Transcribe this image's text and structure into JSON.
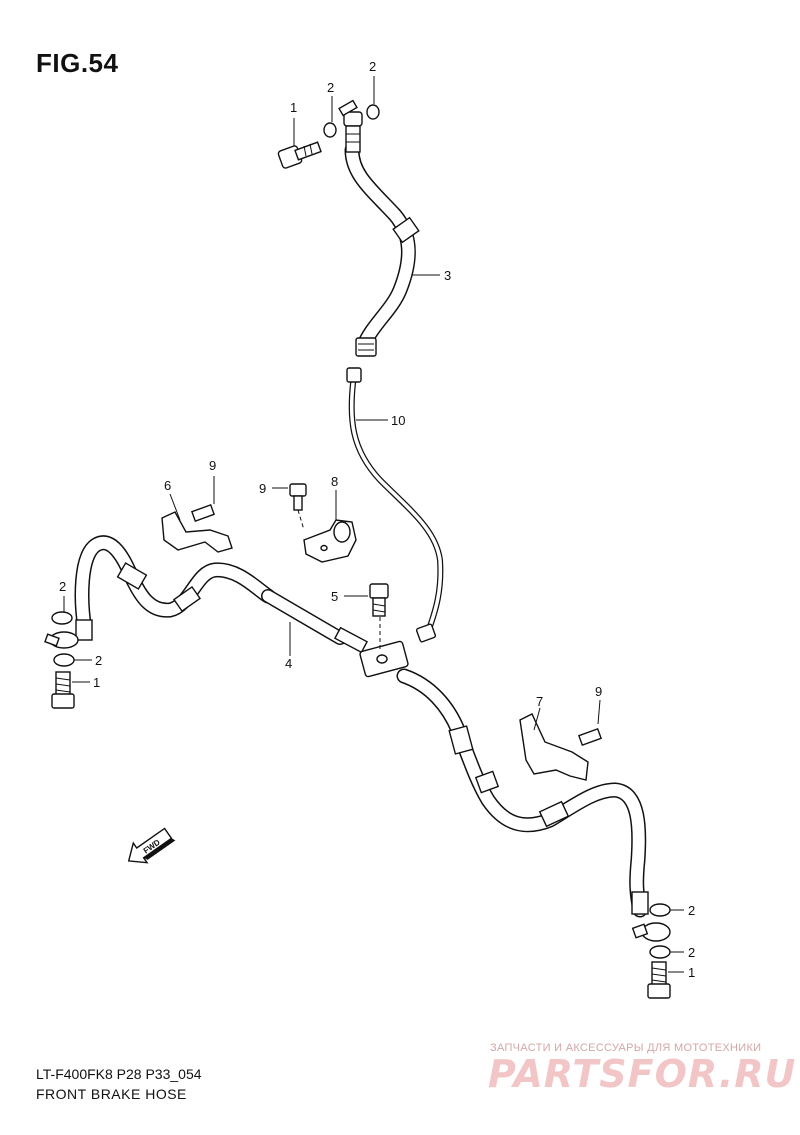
{
  "figure": {
    "title": "FIG.54",
    "model_code": "LT-F400FK8 P28 P33_054",
    "name": "FRONT BRAKE  HOSE"
  },
  "callouts": [
    {
      "id": "c1a",
      "text": "1"
    },
    {
      "id": "c2a",
      "text": "2"
    },
    {
      "id": "c2b",
      "text": "2"
    },
    {
      "id": "c3",
      "text": "3"
    },
    {
      "id": "c10",
      "text": "10"
    },
    {
      "id": "c6",
      "text": "6"
    },
    {
      "id": "c9a",
      "text": "9"
    },
    {
      "id": "c9b",
      "text": "9"
    },
    {
      "id": "c8",
      "text": "8"
    },
    {
      "id": "c2c",
      "text": "2"
    },
    {
      "id": "c2d",
      "text": "2"
    },
    {
      "id": "c1b",
      "text": "1"
    },
    {
      "id": "c5",
      "text": "5"
    },
    {
      "id": "c4",
      "text": "4"
    },
    {
      "id": "c7",
      "text": "7"
    },
    {
      "id": "c9c",
      "text": "9"
    },
    {
      "id": "c2e",
      "text": "2"
    },
    {
      "id": "c2f",
      "text": "2"
    },
    {
      "id": "c1c",
      "text": "1"
    }
  ],
  "fwd_label": "FWD",
  "watermark": {
    "top_text": "ЗАПЧАСТИ И АКСЕССУАРЫ ДЛЯ МОТОТЕХНИКИ",
    "logo_text": "PARTSFOR.RU"
  }
}
